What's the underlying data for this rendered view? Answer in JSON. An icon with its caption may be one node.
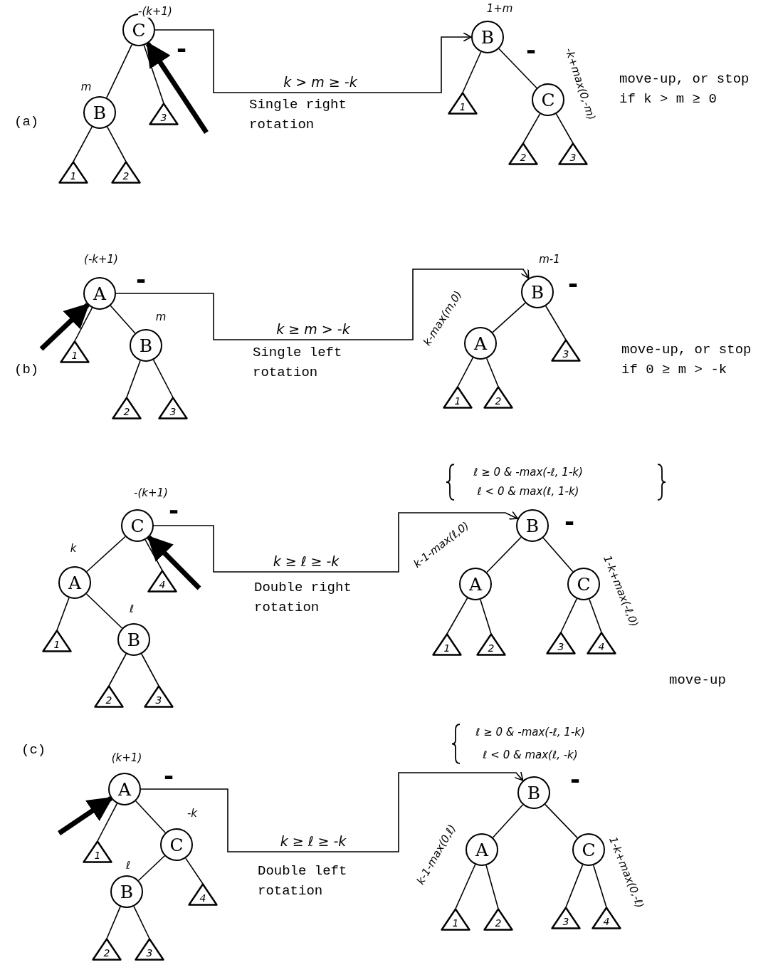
{
  "diagram": {
    "nodes": [
      {
        "text": [
          "C"
        ],
        "beside": [
          "-(k+1)",
          "-"
        ]
      },
      {
        "text": [
          "B"
        ],
        "beside": [
          "m"
        ]
      },
      {
        "text": [
          "3"
        ]
      },
      {
        "text": [
          "1"
        ]
      },
      {
        "text": [
          "2"
        ]
      },
      {
        "text": [
          "B"
        ],
        "beside": [
          "1+m",
          "-"
        ]
      },
      {
        "text": [
          "1"
        ]
      },
      {
        "text": [
          "C"
        ],
        "beside": [
          "-k+max(0,-m)"
        ]
      },
      {
        "text": [
          "2"
        ]
      },
      {
        "text": [
          "3"
        ]
      },
      {
        "text": [
          "A"
        ],
        "beside": [
          "(-k+1)",
          "-"
        ]
      },
      {
        "text": [
          "1"
        ]
      },
      {
        "text": [
          "B"
        ],
        "beside": [
          "m"
        ]
      },
      {
        "text": [
          "2"
        ]
      },
      {
        "text": [
          "3"
        ]
      },
      {
        "text": [
          "B"
        ],
        "beside": [
          "m-1",
          "-"
        ]
      },
      {
        "text": [
          "A"
        ],
        "beside": [
          "k-max(m,0)"
        ]
      },
      {
        "text": [
          "3"
        ]
      },
      {
        "text": [
          "1"
        ]
      },
      {
        "text": [
          "2"
        ]
      },
      {
        "text": [
          "C"
        ],
        "beside": [
          "-(k+1)",
          "-"
        ]
      },
      {
        "text": [
          "A"
        ],
        "beside": [
          "k"
        ]
      },
      {
        "text": [
          "4"
        ]
      },
      {
        "text": [
          "1"
        ]
      },
      {
        "text": [
          "B"
        ],
        "beside": [
          "ℓ"
        ]
      },
      {
        "text": [
          "2"
        ]
      },
      {
        "text": [
          "3"
        ]
      },
      {
        "text": [
          "B"
        ],
        "beside": [
          "ℓ ≥ 0 & -max(-ℓ, 1-k)",
          "ℓ < 0 & max(ℓ, 1-k)",
          "-"
        ]
      },
      {
        "text": [
          "A"
        ],
        "beside": [
          "k-1-max(ℓ,0)"
        ]
      },
      {
        "text": [
          "C"
        ],
        "beside": [
          "1-k+max(-ℓ,0)"
        ]
      },
      {
        "text": [
          "1"
        ]
      },
      {
        "text": [
          "2"
        ]
      },
      {
        "text": [
          "3"
        ]
      },
      {
        "text": [
          "4"
        ]
      },
      {
        "text": [
          "A"
        ],
        "beside": [
          "(k+1)",
          "-"
        ]
      },
      {
        "text": [
          "1"
        ]
      },
      {
        "text": [
          "C"
        ],
        "beside": [
          "-k"
        ]
      },
      {
        "text": [
          "B"
        ],
        "beside": [
          "ℓ"
        ]
      },
      {
        "text": [
          "4"
        ]
      },
      {
        "text": [
          "2"
        ]
      },
      {
        "text": [
          "3"
        ]
      },
      {
        "text": [
          "B"
        ],
        "beside": [
          "ℓ ≥ 0 & -max(-ℓ, 1-k)",
          "ℓ < 0 & max(ℓ, -k)",
          "-"
        ]
      },
      {
        "text": [
          "A"
        ],
        "beside": [
          "k-1-max(0,ℓ)"
        ]
      },
      {
        "text": [
          "C"
        ],
        "beside": [
          "1-k+max(0,-ℓ)"
        ]
      },
      {
        "text": [
          "1"
        ]
      },
      {
        "text": [
          "2"
        ]
      },
      {
        "text": [
          "3"
        ]
      },
      {
        "text": [
          "4"
        ]
      }
    ],
    "edges": [
      {
        "from": 0,
        "to": 1,
        "arrow": "none"
      },
      {
        "from": 0,
        "to": 2,
        "arrow": "none"
      },
      {
        "from": 1,
        "to": 3,
        "arrow": "none"
      },
      {
        "from": 1,
        "to": 4,
        "arrow": "none"
      },
      {
        "from": null,
        "to": 0,
        "arrow": "to",
        "style": "thick"
      },
      {
        "from": 0,
        "to": 5,
        "arrow": "to",
        "label": "k > m ≥ -k"
      },
      {
        "from": 5,
        "to": 6,
        "arrow": "none"
      },
      {
        "from": 5,
        "to": 7,
        "arrow": "none"
      },
      {
        "from": 7,
        "to": 8,
        "arrow": "none"
      },
      {
        "from": 7,
        "to": 9,
        "arrow": "none"
      },
      {
        "from": 10,
        "to": 11,
        "arrow": "none"
      },
      {
        "from": 10,
        "to": 12,
        "arrow": "none"
      },
      {
        "from": 12,
        "to": 13,
        "arrow": "none"
      },
      {
        "from": 12,
        "to": 14,
        "arrow": "none"
      },
      {
        "from": null,
        "to": 10,
        "arrow": "to",
        "style": "thick"
      },
      {
        "from": 10,
        "to": 15,
        "arrow": "to",
        "label": "k ≥ m > -k"
      },
      {
        "from": 15,
        "to": 16,
        "arrow": "none"
      },
      {
        "from": 15,
        "to": 17,
        "arrow": "none"
      },
      {
        "from": 16,
        "to": 18,
        "arrow": "none"
      },
      {
        "from": 16,
        "to": 19,
        "arrow": "none"
      },
      {
        "from": 20,
        "to": 21,
        "arrow": "none"
      },
      {
        "from": 20,
        "to": 22,
        "arrow": "none"
      },
      {
        "from": 21,
        "to": 23,
        "arrow": "none"
      },
      {
        "from": 21,
        "to": 24,
        "arrow": "none"
      },
      {
        "from": 24,
        "to": 25,
        "arrow": "none"
      },
      {
        "from": 24,
        "to": 26,
        "arrow": "none"
      },
      {
        "from": null,
        "to": 20,
        "arrow": "to",
        "style": "thick"
      },
      {
        "from": 20,
        "to": 27,
        "arrow": "to",
        "label": "k ≥ ℓ ≥ -k"
      },
      {
        "from": 27,
        "to": 28,
        "arrow": "none"
      },
      {
        "from": 27,
        "to": 29,
        "arrow": "none"
      },
      {
        "from": 28,
        "to": 30,
        "arrow": "none"
      },
      {
        "from": 28,
        "to": 31,
        "arrow": "none"
      },
      {
        "from": 29,
        "to": 32,
        "arrow": "none"
      },
      {
        "from": 29,
        "to": 33,
        "arrow": "none"
      },
      {
        "from": 34,
        "to": 35,
        "arrow": "none"
      },
      {
        "from": 34,
        "to": 36,
        "arrow": "none"
      },
      {
        "from": 36,
        "to": 37,
        "arrow": "none"
      },
      {
        "from": 36,
        "to": 38,
        "arrow": "none"
      },
      {
        "from": 37,
        "to": 39,
        "arrow": "none"
      },
      {
        "from": 37,
        "to": 40,
        "arrow": "none"
      },
      {
        "from": null,
        "to": 34,
        "arrow": "to",
        "style": "thick"
      },
      {
        "from": 34,
        "to": 41,
        "arrow": "to",
        "label": "k ≥ ℓ ≥ -k"
      },
      {
        "from": 41,
        "to": 42,
        "arrow": "none"
      },
      {
        "from": 41,
        "to": 43,
        "arrow": "none"
      },
      {
        "from": 42,
        "to": 44,
        "arrow": "none"
      },
      {
        "from": 42,
        "to": 45,
        "arrow": "none"
      },
      {
        "from": 43,
        "to": 46,
        "arrow": "none"
      },
      {
        "from": 43,
        "to": 47,
        "arrow": "none"
      }
    ],
    "labels": [
      "(a)",
      "Single right rotation",
      "move-up, or stop if k > m ≥ 0",
      "(b)",
      "Single left rotation",
      "move-up, or stop if 0 ≥ m > -k",
      "Double right rotation",
      "move-up",
      "(c)",
      "Double left rotation"
    ]
  }
}
